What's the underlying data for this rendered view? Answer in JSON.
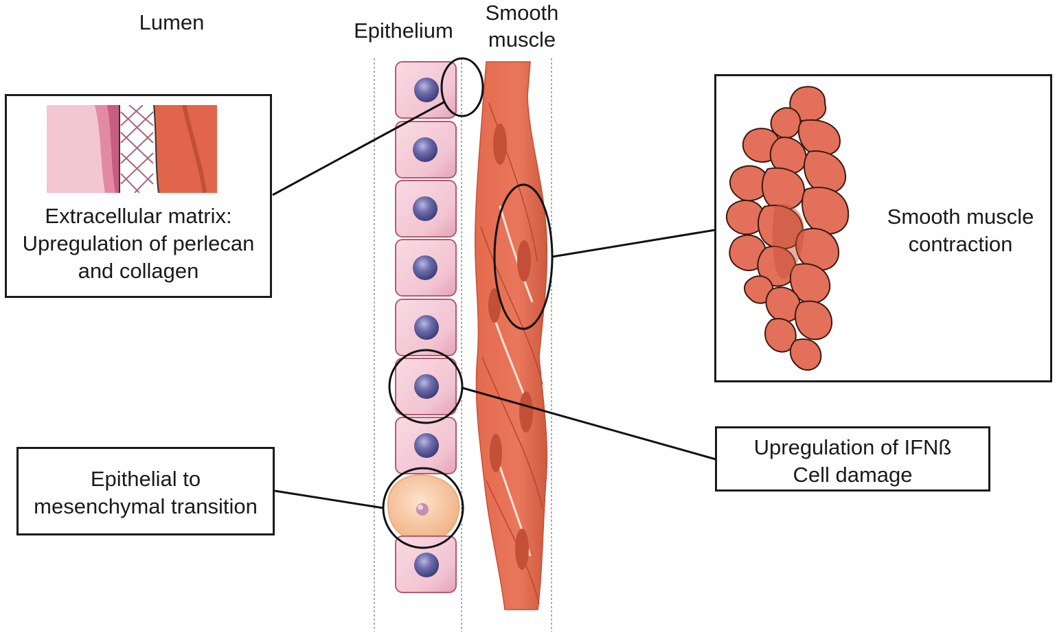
{
  "headers": {
    "lumen": "Lumen",
    "epithelium": "Epithelium",
    "smooth_muscle": [
      "Smooth",
      "muscle"
    ]
  },
  "callouts": {
    "ecm": [
      "Extracellular matrix:",
      "Upregulation of perlecan",
      "and collagen"
    ],
    "smc": [
      "Smooth muscle",
      "contraction"
    ],
    "ifn": [
      "Upregulation of IFNß",
      "Cell damage"
    ],
    "emt": [
      "Epithelial to",
      "mesenchymal transition"
    ]
  },
  "colors": {
    "cell_fill": "#f2c6d2",
    "cell_border": "#b25a74",
    "nucleus": "#6a6aa6",
    "muscle": "#e0654a",
    "muscle_dark": "#b8452e",
    "mesenchymal": "#f6c49a",
    "line": "#1a1a1a"
  }
}
